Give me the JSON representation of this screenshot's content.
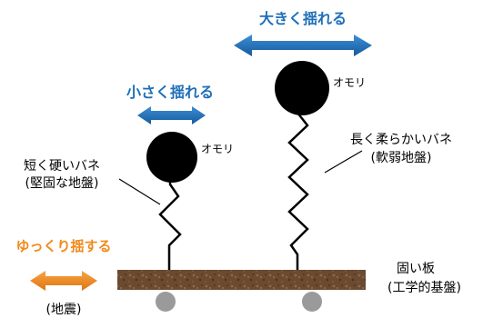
{
  "labels": {
    "big_sway": "大きく揺れる",
    "small_sway": "小さく揺れる",
    "weight_right": "オモリ",
    "weight_left": "オモリ",
    "short_spring_line1": "短く硬いバネ",
    "short_spring_line2": "(堅固な地盤)",
    "long_spring_line1": "長く柔らかいバネ",
    "long_spring_line2": "(軟弱地盤)",
    "ground_shake": "ゆっくり揺する",
    "earthquake": "(地震)",
    "board_line1": "固い板",
    "board_line2": "(工学的基盤)"
  },
  "colors": {
    "blue": "#1F6FB8",
    "orange": "#F08A1C",
    "board": "#6A4A32",
    "roller": "#9A9A9A",
    "ink": "#000000"
  }
}
